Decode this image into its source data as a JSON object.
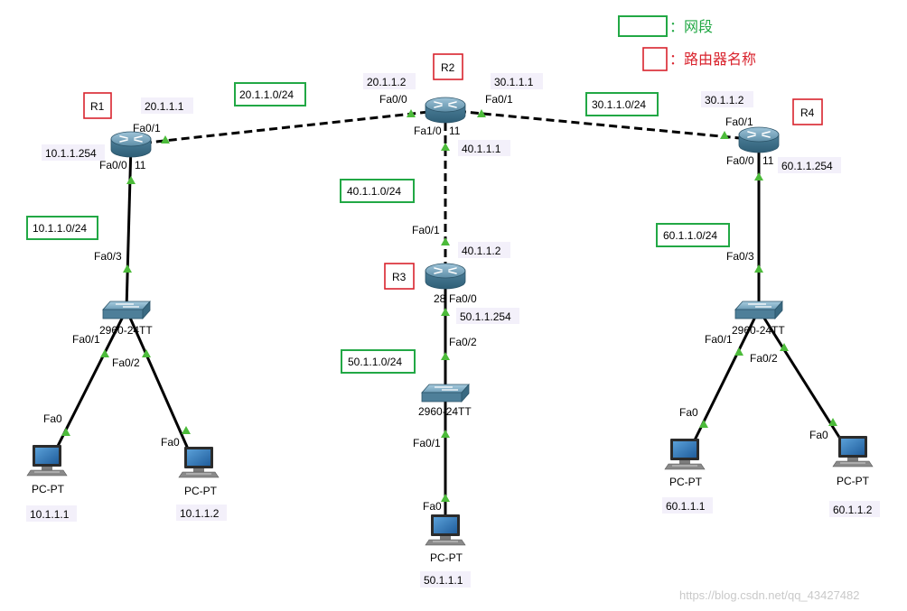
{
  "legend": {
    "network_segment": "：网段",
    "router_name": "：路由器名称",
    "segment_color": "#22a845",
    "router_color": "#d9232d"
  },
  "routers": {
    "r1": "R1",
    "r2": "R2",
    "r3": "R3",
    "r4": "R4"
  },
  "router_model_fragments": {
    "r1": "11",
    "r2": "11",
    "r3": "28",
    "r4": "11"
  },
  "switch_model": "2960-24TT",
  "pc_model": "PC-PT",
  "segments": {
    "s10": "10.1.1.0/24",
    "s20": "20.1.1.0/24",
    "s30": "30.1.1.0/24",
    "s40": "40.1.1.0/24",
    "s50": "50.1.1.0/24",
    "s60": "60.1.1.0/24"
  },
  "ports": {
    "r1_fa01": "Fa0/1",
    "r1_fa00": "Fa0/0",
    "r2_fa00": "Fa0/0",
    "r2_fa01": "Fa0/1",
    "r2_fa10": "Fa1/0",
    "r3_fa01": "Fa0/1",
    "r3_fa00": "Fa0/0",
    "r4_fa01": "Fa0/1",
    "r4_fa00": "Fa0/0",
    "sw1_fa03": "Fa0/3",
    "sw1_fa01": "Fa0/1",
    "sw1_fa02": "Fa0/2",
    "sw2_fa02": "Fa0/2",
    "sw2_fa01": "Fa0/1",
    "sw3_fa03": "Fa0/3",
    "sw3_fa01": "Fa0/1",
    "sw3_fa02": "Fa0/2",
    "pc1_fa0": "Fa0",
    "pc2_fa0": "Fa0",
    "pc3_fa0": "Fa0",
    "pc4_fa0": "Fa0",
    "pc5_fa0": "Fa0"
  },
  "ips": {
    "r1_fa01": "20.1.1.1",
    "r1_fa00": "10.1.1.254",
    "r2_fa00": "20.1.1.2",
    "r2_fa01": "30.1.1.1",
    "r2_fa10": "40.1.1.1",
    "r3_fa01": "40.1.1.2",
    "r3_fa00": "50.1.1.254",
    "r4_fa01": "30.1.1.2",
    "r4_fa00": "60.1.1.254",
    "pc1": "10.1.1.1",
    "pc2": "10.1.1.2",
    "pc3": "50.1.1.1",
    "pc4": "60.1.1.1",
    "pc5": "60.1.1.2"
  },
  "watermark": "https://blog.csdn.net/qq_43427482"
}
